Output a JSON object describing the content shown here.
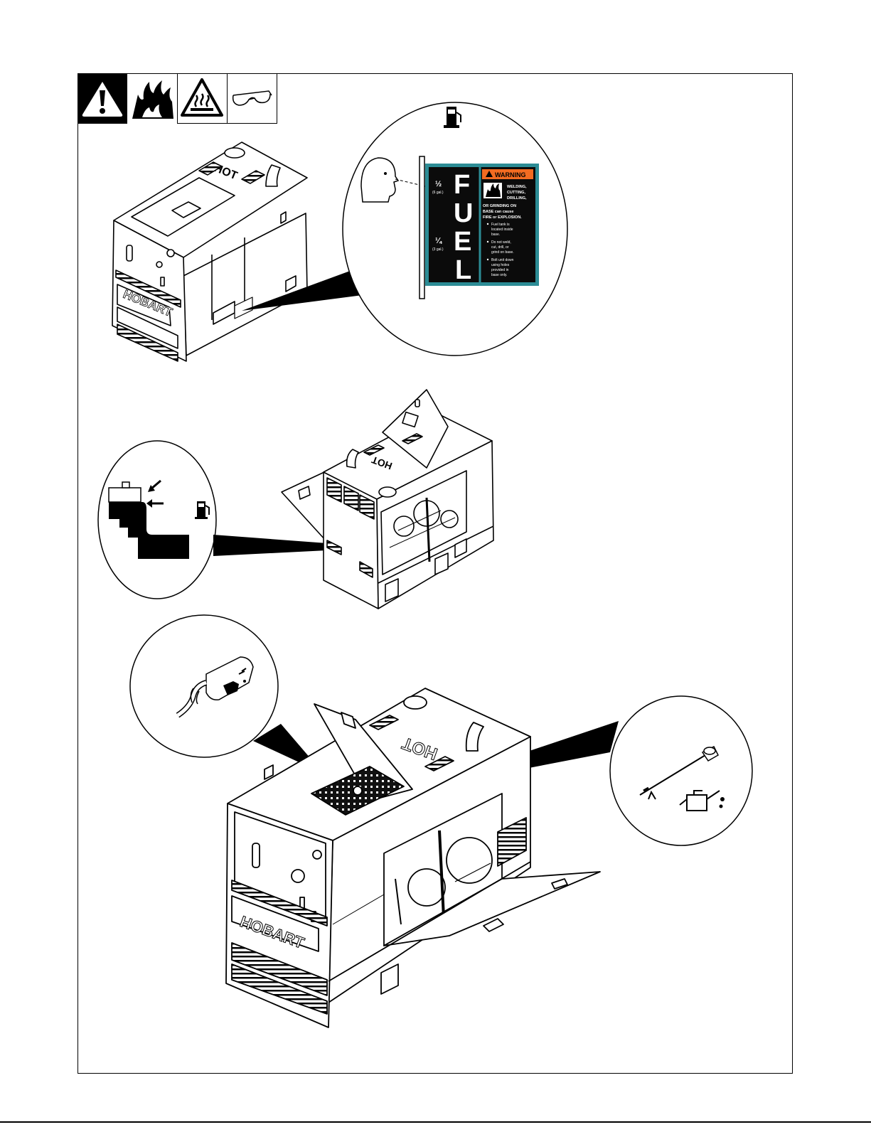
{
  "colors": {
    "ink": "#000000",
    "decal_teal": "#2c8c95",
    "decal_black": "#0b0b0b",
    "warning_orange": "#f26b21"
  },
  "hazard_icons": [
    "warning-triangle-icon",
    "fire-icon",
    "hot-surface-icon",
    "safety-glasses-icon"
  ],
  "brand": {
    "left": "HOBART",
    "top_hot": "HOT"
  },
  "fuel_decal": {
    "half_mark": "½",
    "half_gal": "(6 gal.)",
    "quarter_mark": "¼",
    "quarter_gal": "(3 gal.)",
    "letters": [
      "F",
      "U",
      "E",
      "L"
    ],
    "warning_header": "WARNING",
    "head_lines": [
      "WELDING,",
      "CUTTING,",
      "DRILLING,"
    ],
    "body_lines": [
      "OR GRINDING ON",
      "BASE can cause",
      "FIRE or EXPLOSION."
    ],
    "bullets": [
      [
        "Fuel tank is",
        "located inside",
        "base."
      ],
      [
        "Do not weld,",
        "cut, drill, or",
        "grind on base."
      ],
      [
        "Bolt unit down",
        "using holes",
        "provided in",
        "base only."
      ]
    ]
  }
}
